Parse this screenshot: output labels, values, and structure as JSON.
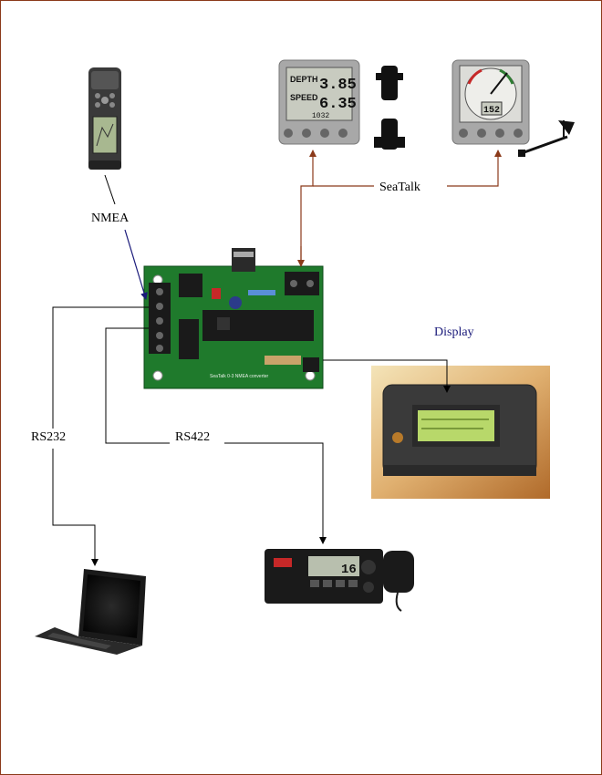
{
  "labels": {
    "nmea": "NMEA",
    "seatalk": "SeaTalk",
    "display": "Display",
    "rs232": "RS232",
    "rs422": "RS422"
  },
  "instruments": {
    "depth_speed": {
      "depth_label": "DEPTH",
      "depth_value": "3.85",
      "speed_label": "SPEED",
      "speed_value": "6.35",
      "log_value": "1032"
    },
    "wind": {
      "value": "152"
    }
  },
  "board": {
    "silkscreen": "SeaTalk 0-3 NMEA converter"
  },
  "radio": {
    "channel": "16"
  },
  "colors": {
    "frame": "#8b3a1a",
    "seatalk_wire": "#8b3a1a",
    "nmea_wire": "#1a1a7a",
    "serial_wire": "#000000",
    "pcb": "#1f7a2c",
    "lcd": "#b8d86a"
  }
}
